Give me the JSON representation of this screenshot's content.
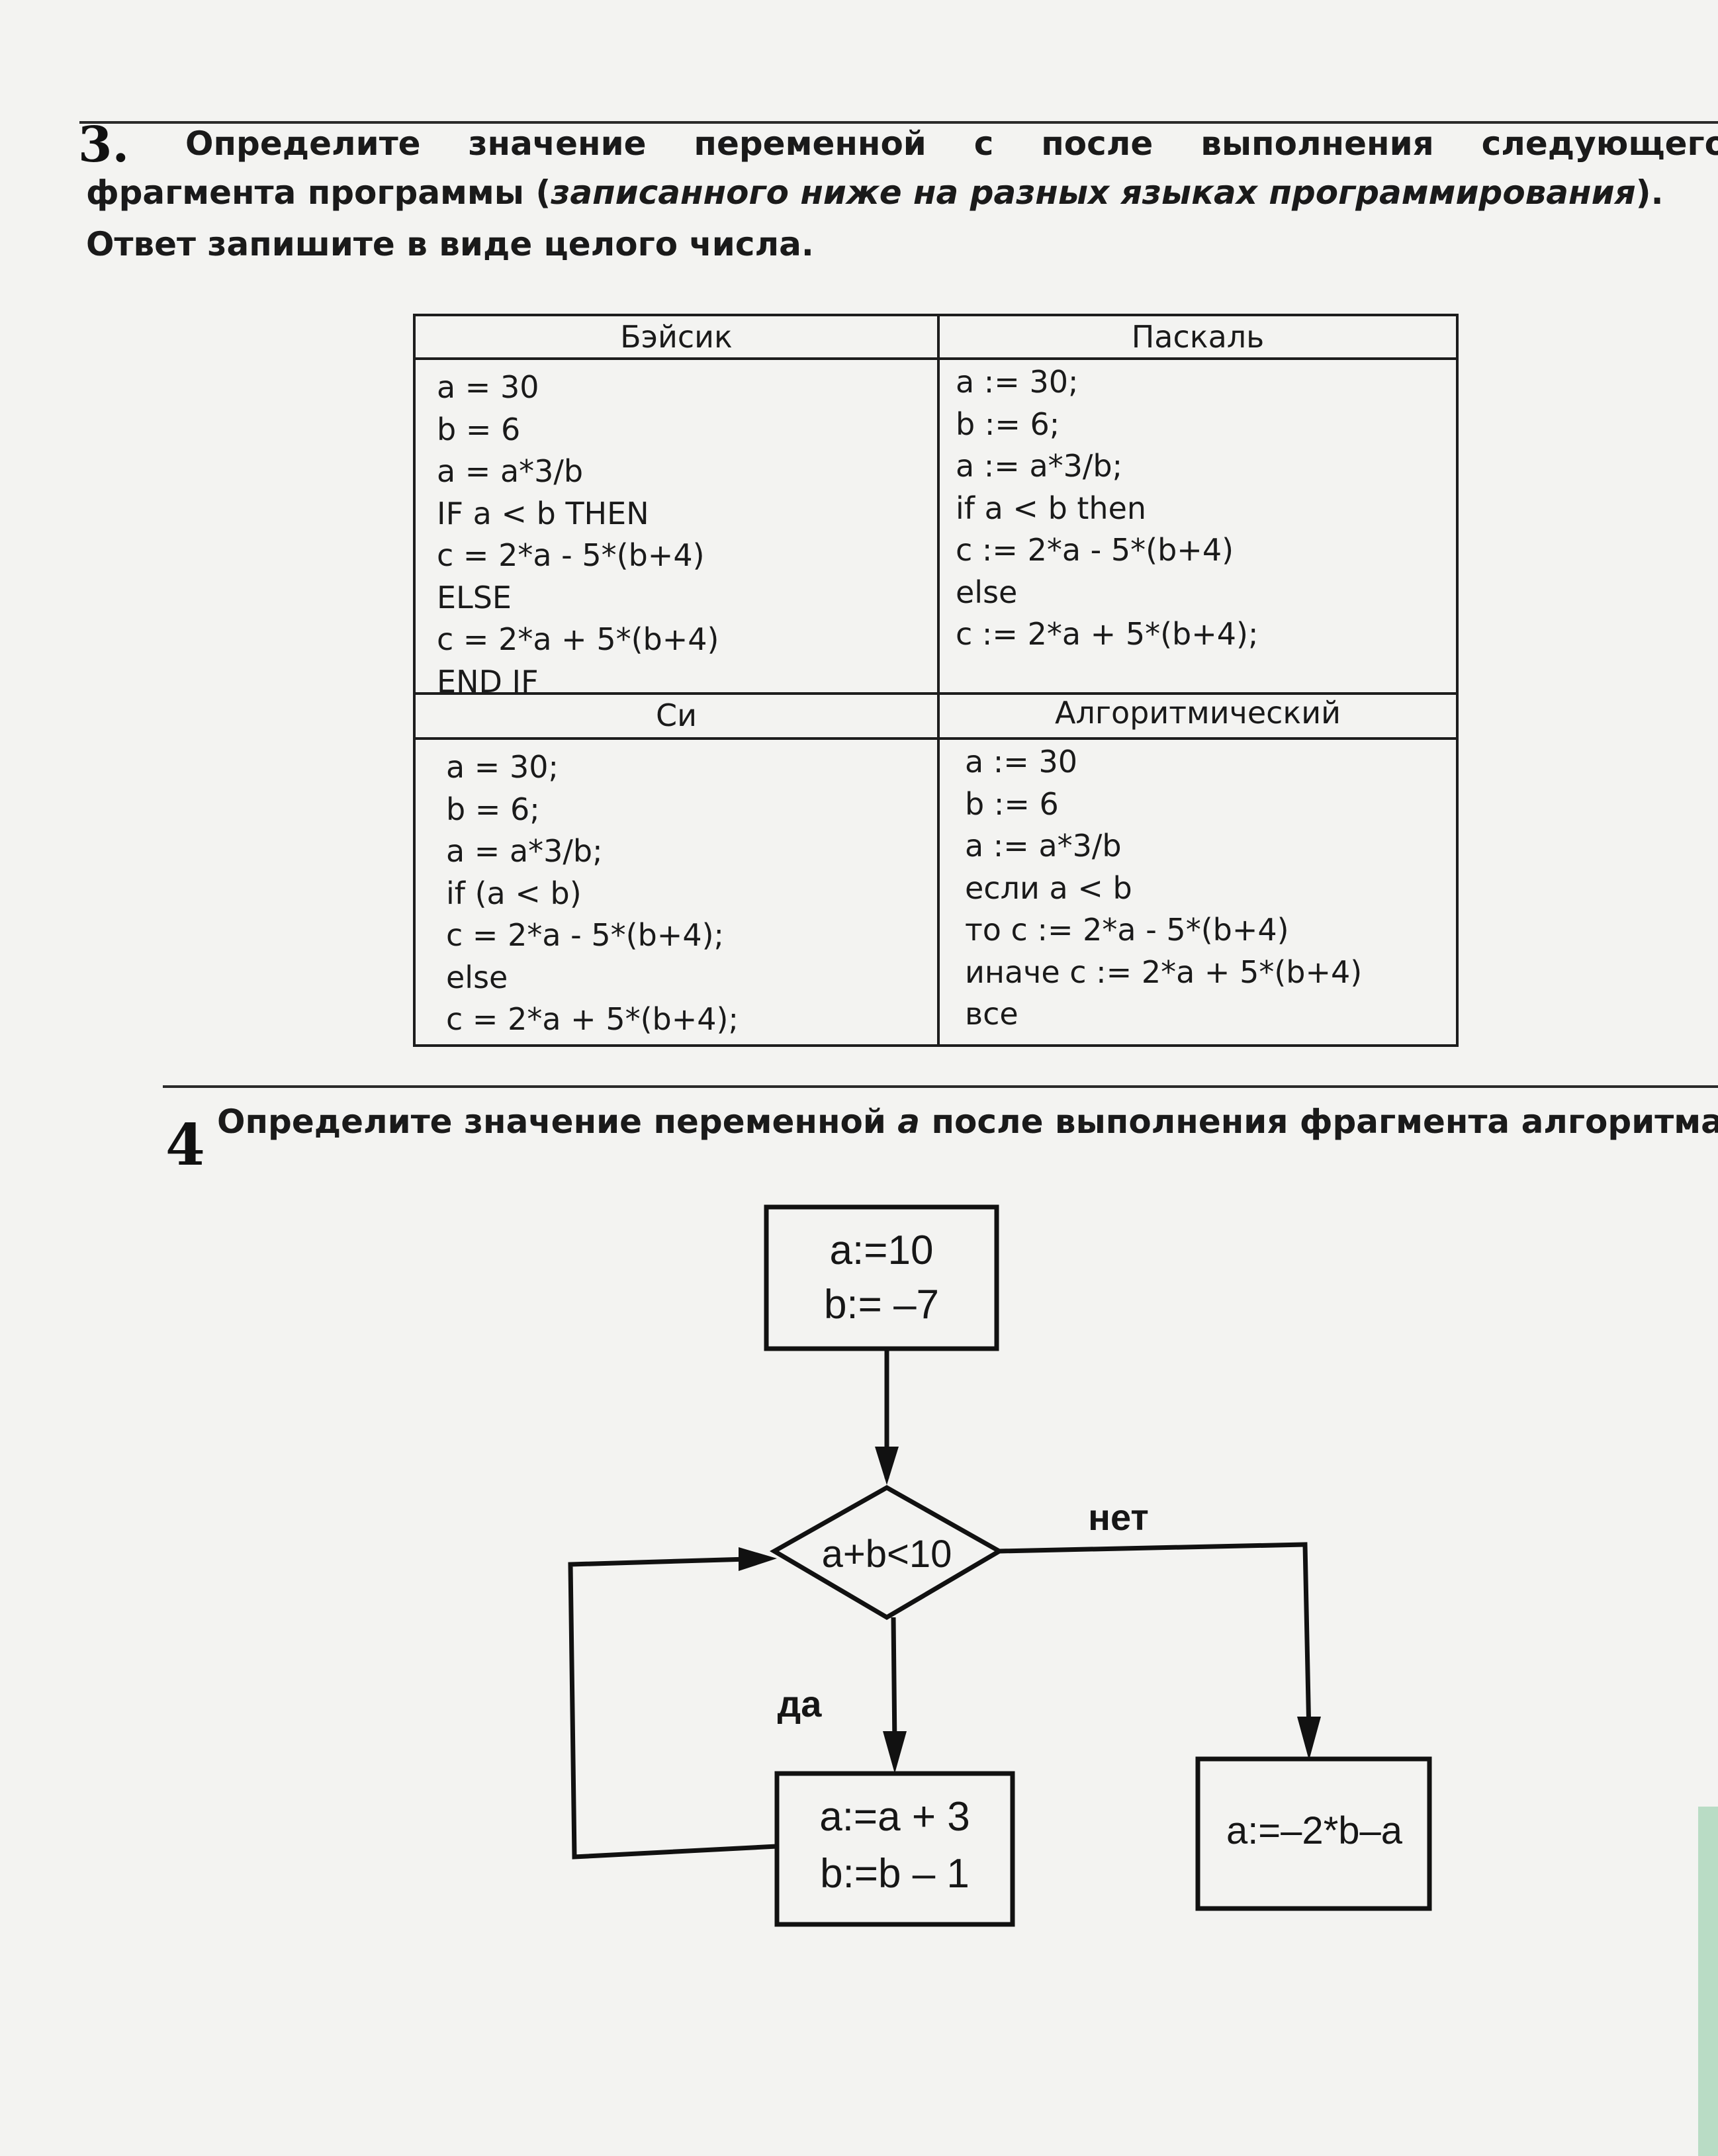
{
  "task3": {
    "number": "3.",
    "line1_words": [
      "Определите",
      "значение",
      "переменной",
      "с",
      "после",
      "выполнения",
      "следующего"
    ],
    "line2_normal": "фрагмента программы (",
    "line2_italic": "записанного ниже на разных языках программирования",
    "line2_end": ").",
    "line3": "Ответ запишите в виде целого числа."
  },
  "code_table": {
    "basic": {
      "header": "Бэйсик",
      "code": "a = 30\nb = 6\na = a*3/b\nIF a < b THEN\nc = 2*a - 5*(b+4)\nELSE\nc = 2*a + 5*(b+4)\nEND IF"
    },
    "pascal": {
      "header": "Паскаль",
      "code": "a := 30;\nb := 6;\na := a*3/b;\nif a < b then\nc := 2*a - 5*(b+4)\nelse\nc := 2*a + 5*(b+4);"
    },
    "c": {
      "header": "Си",
      "code": "a = 30;\nb = 6;\na = a*3/b;\nif (a < b)\nc = 2*a - 5*(b+4);\nelse\nc = 2*a + 5*(b+4);"
    },
    "algorithmic": {
      "header": "Алгоритмический",
      "code": "a := 30\nb := 6\na := a*3/b\nесли a < b\nто c := 2*a - 5*(b+4)\nиначе c := 2*a + 5*(b+4)\nвсе"
    }
  },
  "task4": {
    "number": "4",
    "text_before": "Определите значение переменной ",
    "text_var": "a",
    "text_after": " после выполнения фрагмента алгоритма"
  },
  "flowchart": {
    "start_line1": "a:=10",
    "start_line2": "b:= –7",
    "condition": "a+b<10",
    "label_no": "нет",
    "label_yes": "да",
    "loop_line1": "a:=a + 3",
    "loop_line2": "b:=b – 1",
    "end_block": "a:=–2*b–a"
  }
}
